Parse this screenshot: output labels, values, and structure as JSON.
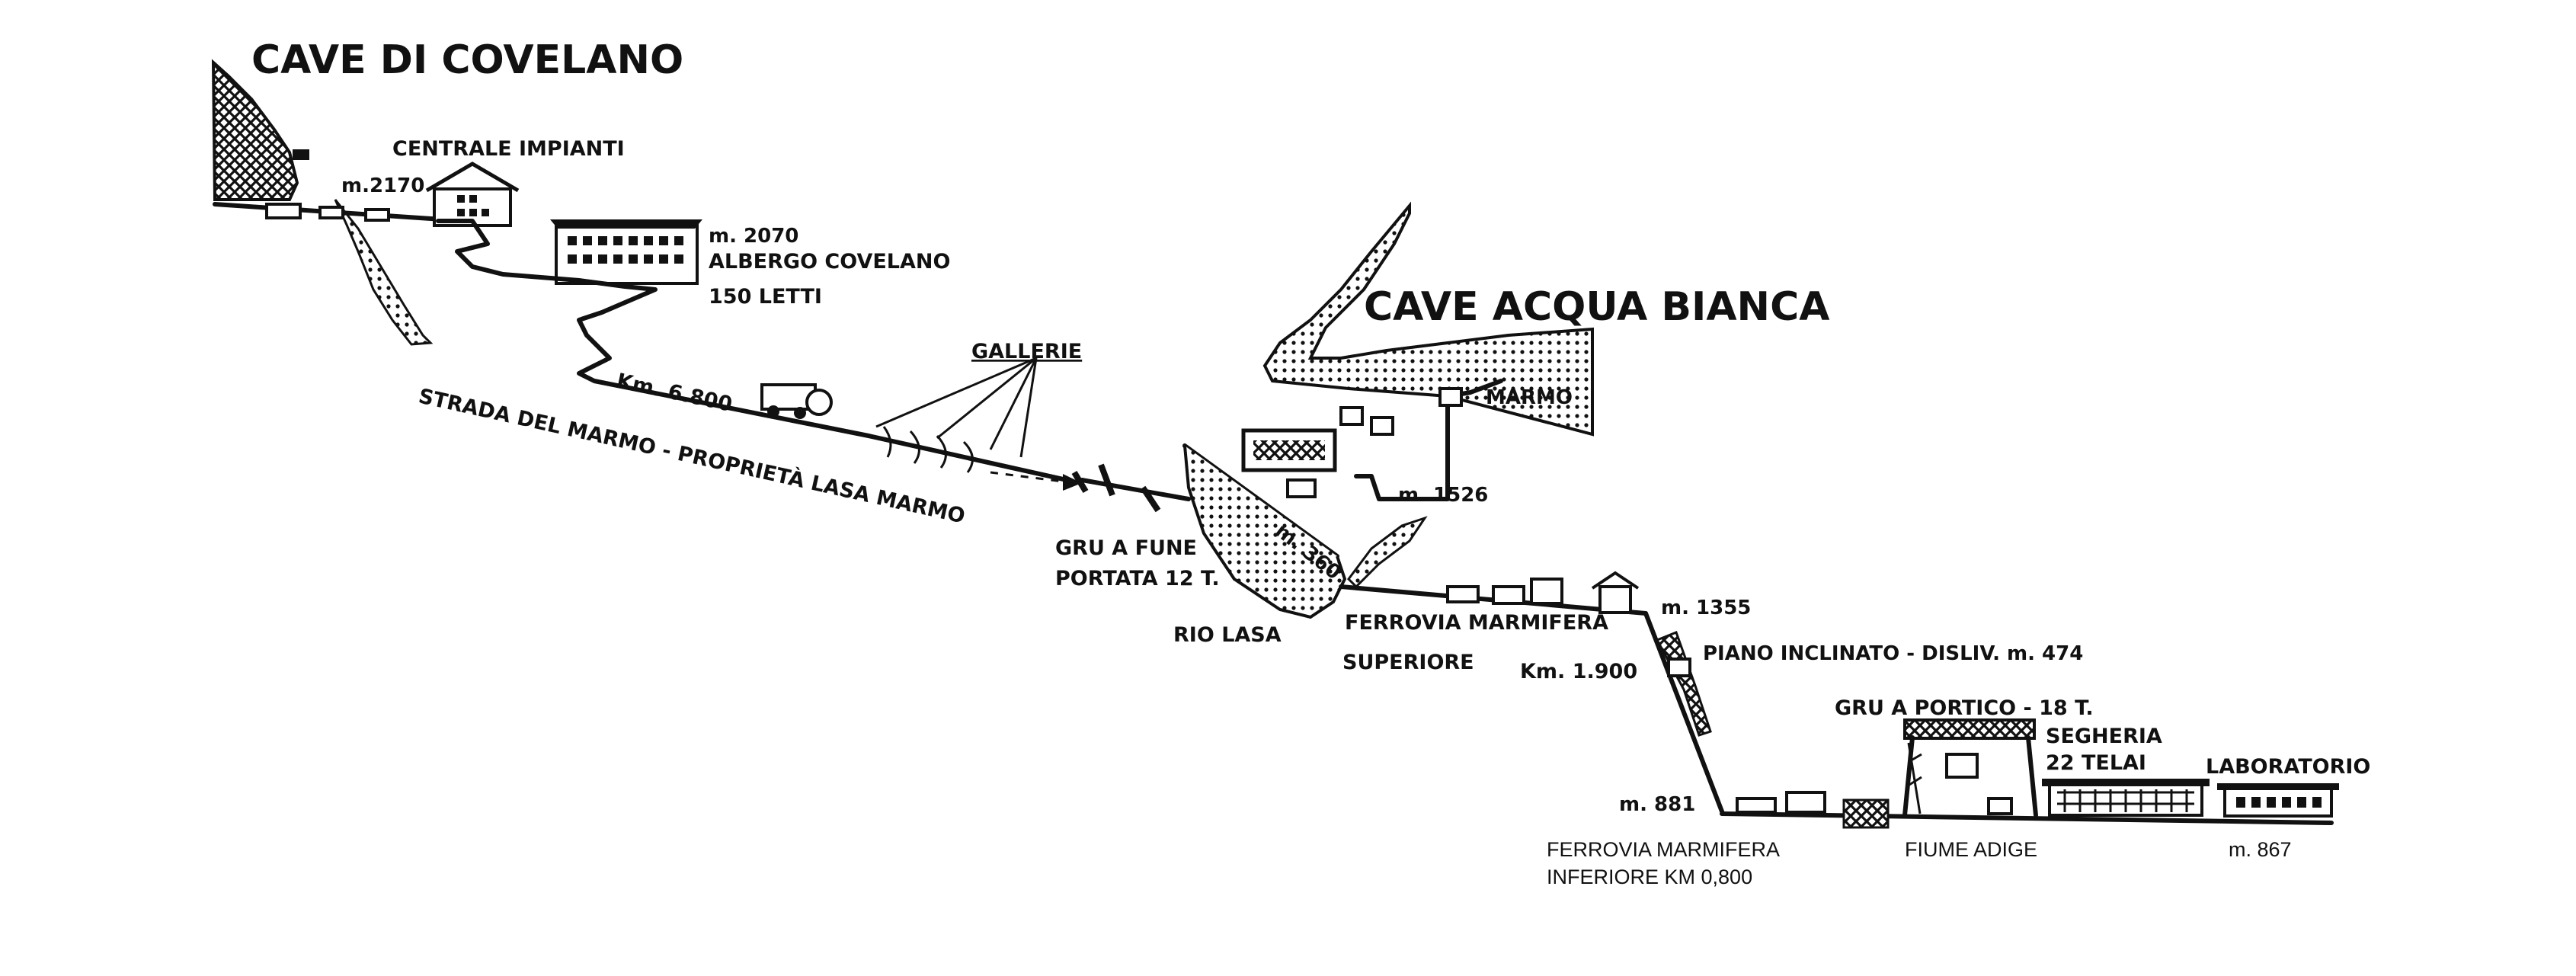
{
  "quarries": {
    "covelano": "CAVE DI COVELANO",
    "acqua_bianca": "CAVE ACQUA BIANCA"
  },
  "labels": {
    "centrale": "CENTRALE IMPIANTI",
    "alt_2170": "m.2170",
    "alt_2070": "m. 2070",
    "albergo": "ALBERGO COVELANO",
    "letti": "150 LETTI",
    "km_6800": "Km. 6.800",
    "strada": "STRADA DEL MARMO - PROPRIETÀ LASA MARMO",
    "gallerie": "GALLERIE",
    "marmo": "MARMO",
    "alt_1526": "m. 1526",
    "gru_fune_1": "GRU A FUNE",
    "gru_fune_2": "PORTATA 12 T.",
    "cable_360": "m. 360",
    "rio_lasa": "RIO LASA",
    "ferrovia_sup_1": "FERROVIA MARMIFERA",
    "ferrovia_sup_2": "SUPERIORE",
    "km_1900": "Km. 1.900",
    "alt_1355": "m. 1355",
    "piano": "PIANO INCLINATO - DISLIV. m. 474",
    "gru_portico": "GRU A PORTICO - 18 T.",
    "segheria_1": "SEGHERIA",
    "segheria_2": "22 TELAI",
    "laboratorio": "LABORATORIO",
    "alt_881": "m. 881",
    "ferrovia_inf_1": "FERROVIA MARMIFERA",
    "ferrovia_inf_2": "INFERIORE KM 0,800",
    "fiume": "FIUME ADIGE",
    "alt_867": "m. 867"
  }
}
